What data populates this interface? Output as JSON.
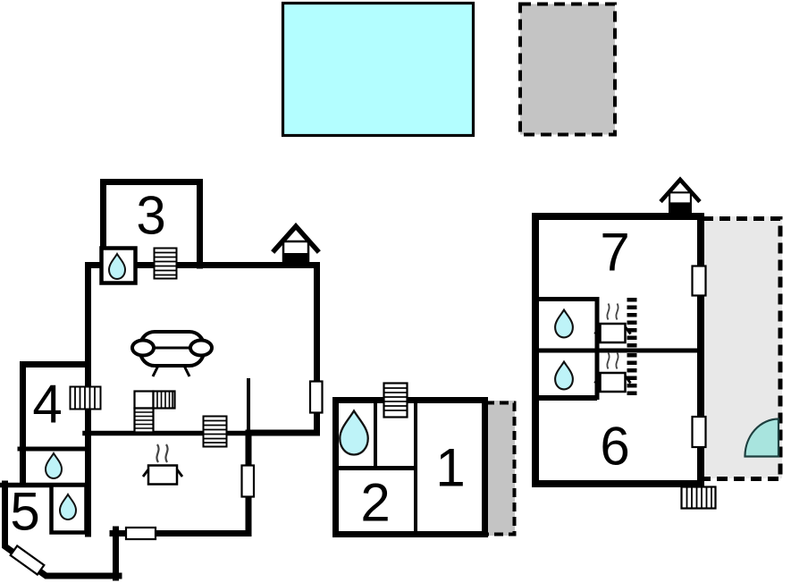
{
  "rooms": [
    {
      "label": "1"
    },
    {
      "label": "2"
    },
    {
      "label": "3"
    },
    {
      "label": "4"
    },
    {
      "label": "5"
    },
    {
      "label": "6"
    },
    {
      "label": "7"
    }
  ],
  "colors": {
    "pool": "#b3feff",
    "outbuilding": "#c4c4c4",
    "terrace": "#e8e8e8",
    "water": "#bef3f8",
    "door_arc": "#a8e4de",
    "wall": "#000000"
  },
  "icons": [
    "water-drop-icon",
    "sofa-icon",
    "steaming-pot-icon",
    "chimney-icon",
    "stairs-icon",
    "door-swing-icon",
    "radiator-dashes-icon",
    "window",
    "door"
  ]
}
